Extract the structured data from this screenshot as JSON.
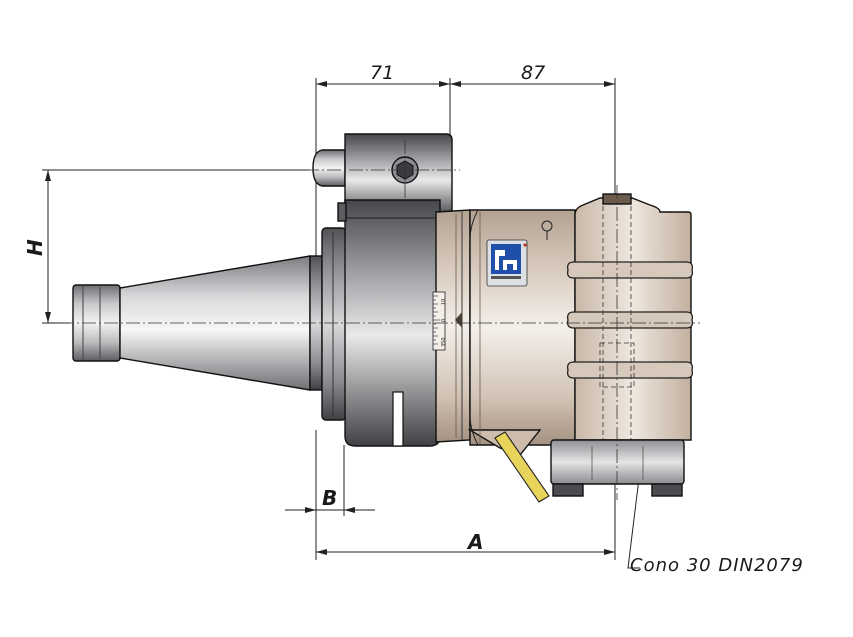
{
  "dimensions": {
    "left_width": "71",
    "right_width": "87",
    "height_label": "H",
    "flange_label": "B",
    "total_label": "A"
  },
  "note": {
    "cone": "Cono 30 DIN2079"
  },
  "scale_marks": {
    "top": "10",
    "mid": "0",
    "bottom": "350"
  },
  "colors": {
    "steel_dark": "#5e6063",
    "steel_light": "#e2e3e5",
    "bronze_dark": "#a89685",
    "bronze_light": "#f1ebe5",
    "logo_blue": "#1f4fa8",
    "rod_yellow": "#e8d45a"
  },
  "icons": {
    "logo": "mg-logo-icon",
    "lubrication": "oil-cup-icon"
  }
}
